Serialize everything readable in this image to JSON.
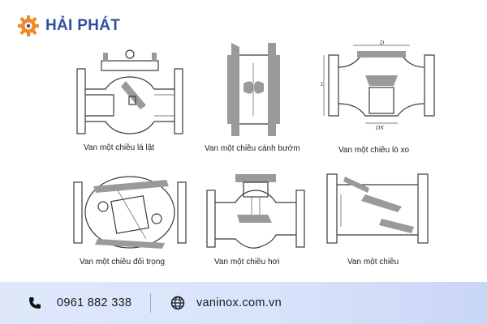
{
  "brand": {
    "name": "HẢI PHÁT",
    "logo_icon": "gear-logo-icon",
    "colors": {
      "text": "#2f4fa0",
      "gear": "#f08a24"
    }
  },
  "diagrams": [
    {
      "caption": "Van một chiều lá lật"
    },
    {
      "caption": "Van một chiều cánh bướm"
    },
    {
      "caption": "Van một chiều lò xo",
      "dimension_labels": {
        "top": "D",
        "left": "L",
        "bottom": "DN"
      }
    },
    {
      "caption": "Van một chiều đối trọng"
    },
    {
      "caption": "Van một chiều hơi"
    },
    {
      "caption": "Van một chiều"
    }
  ],
  "footer": {
    "phone": {
      "icon": "phone-icon",
      "text": "0961 882 338"
    },
    "website": {
      "icon": "globe-icon",
      "text": "vaninox.com.vn"
    },
    "background": "#dbe5fb"
  }
}
